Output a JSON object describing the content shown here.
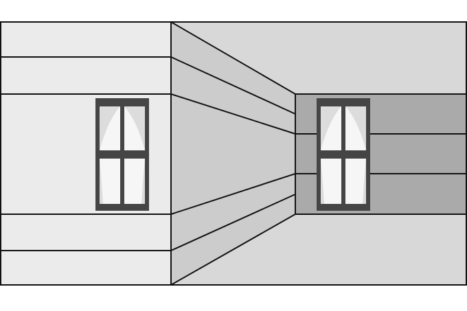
{
  "colors": {
    "background": "#ffffff",
    "left_wall": "#ebebeb",
    "side_wall": "#cccccc",
    "far_wall_upper_lower": "#d8d8d8",
    "far_wall_band": "#aaaaaa",
    "outline": "#111111",
    "window_frame": "#454545",
    "window_glass": "#f6f6f6",
    "curtain": "#dcdcdc"
  },
  "windows": [
    {
      "name": "left-window",
      "curtains": "open"
    },
    {
      "name": "right-window",
      "curtains": "open"
    }
  ]
}
